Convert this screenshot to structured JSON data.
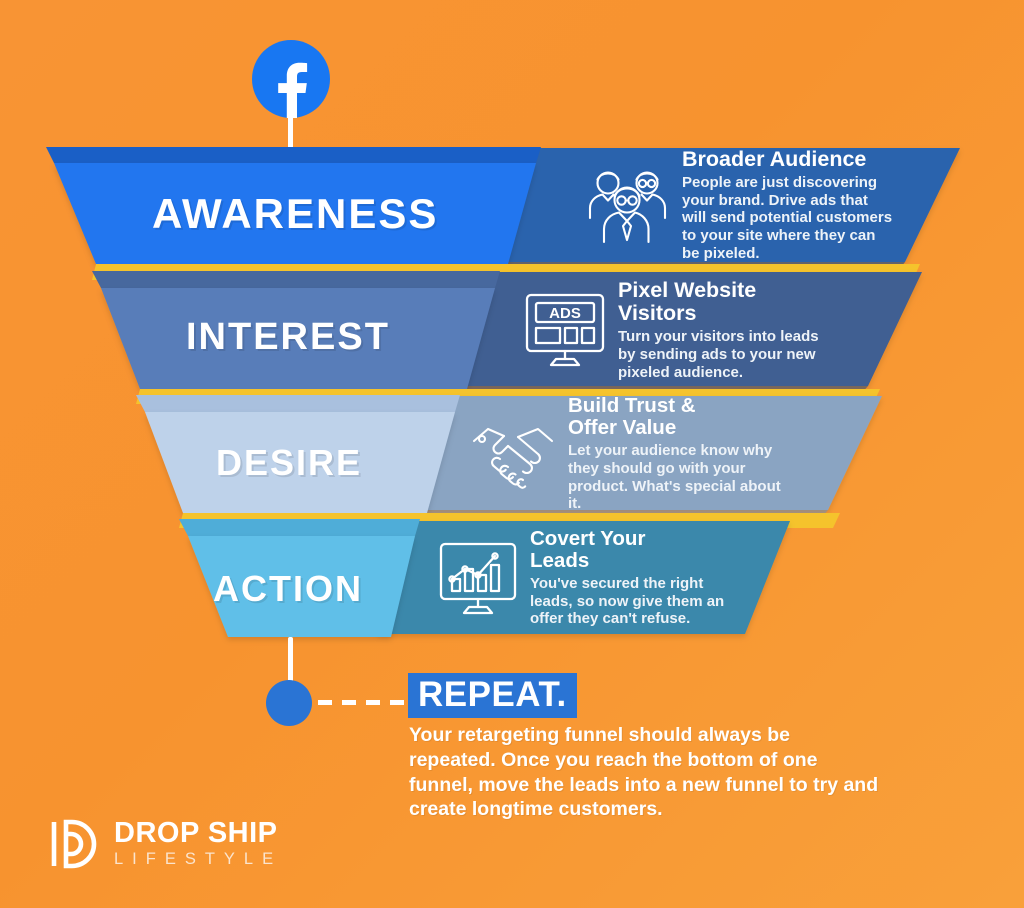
{
  "background": {
    "color": "#f7932f"
  },
  "brand_colors": {
    "facebook_blue": "#1877f2",
    "band_awareness": "#2176ef",
    "band_interest": "#587db9",
    "band_desire": "#bed2ea",
    "band_action": "#61bfe8",
    "panel_awareness": "#2a63ad",
    "panel_interest": "#3f5f92",
    "panel_desire": "#8aa4c2",
    "panel_action": "#3a88ab",
    "accent_yellow": "#f5c32c",
    "repeat_badge": "#2a74d4"
  },
  "facebook_node": {
    "icon": "facebook-f-icon"
  },
  "funnel": {
    "stages": [
      {
        "label": "AWARENESS",
        "band_color": "#2176ef",
        "bevel_color": "#1a5fc6",
        "panel_color": "#2a63ad",
        "panel_shadow": "#1f4f8e",
        "icon": "three-people-icon",
        "title": "Broader Audience",
        "body": "People are just discovering your brand. Drive ads that will send potential customers to your site where they can be pixeled."
      },
      {
        "label": "INTEREST",
        "band_color": "#587db9",
        "bevel_color": "#47689e",
        "panel_color": "#3f5f92",
        "panel_shadow": "#34507c",
        "icon": "ads-monitor-icon",
        "title": "Pixel Website Visitors",
        "body": "Turn your visitors into leads by sending ads to your new pixeled audience."
      },
      {
        "label": "DESIRE",
        "band_color": "#bed2ea",
        "bevel_color": "#a9c0de",
        "panel_color": "#8aa4c2",
        "panel_shadow": "#7791ae",
        "icon": "handshake-icon",
        "title_line1": "Build Trust &",
        "title_line2": "Offer Value",
        "body": "Let your audience know why they should go with your product. What's special about it."
      },
      {
        "label": "ACTION",
        "band_color": "#61bfe8",
        "bevel_color": "#4fadd8",
        "panel_color": "#3a88ab",
        "panel_shadow": "#2f7494",
        "icon": "chart-monitor-icon",
        "title_line1": "Covert Your",
        "title_line2": "Leads",
        "body": "You've secured the right leads, so now give them an offer they can't refuse."
      }
    ]
  },
  "repeat": {
    "badge_label": "REPEAT.",
    "body": "Your retargeting funnel should always be repeated. Once you reach the bottom of one funnel, move the leads into a new funnel to try and create longtime customers.",
    "node_icon": "circle-node-icon",
    "connector_icon": "dashed-line-icon"
  },
  "logo": {
    "mark": "dropship-d-monogram-icon",
    "name": "DROP SHIP",
    "tagline": "LIFESTYLE"
  }
}
